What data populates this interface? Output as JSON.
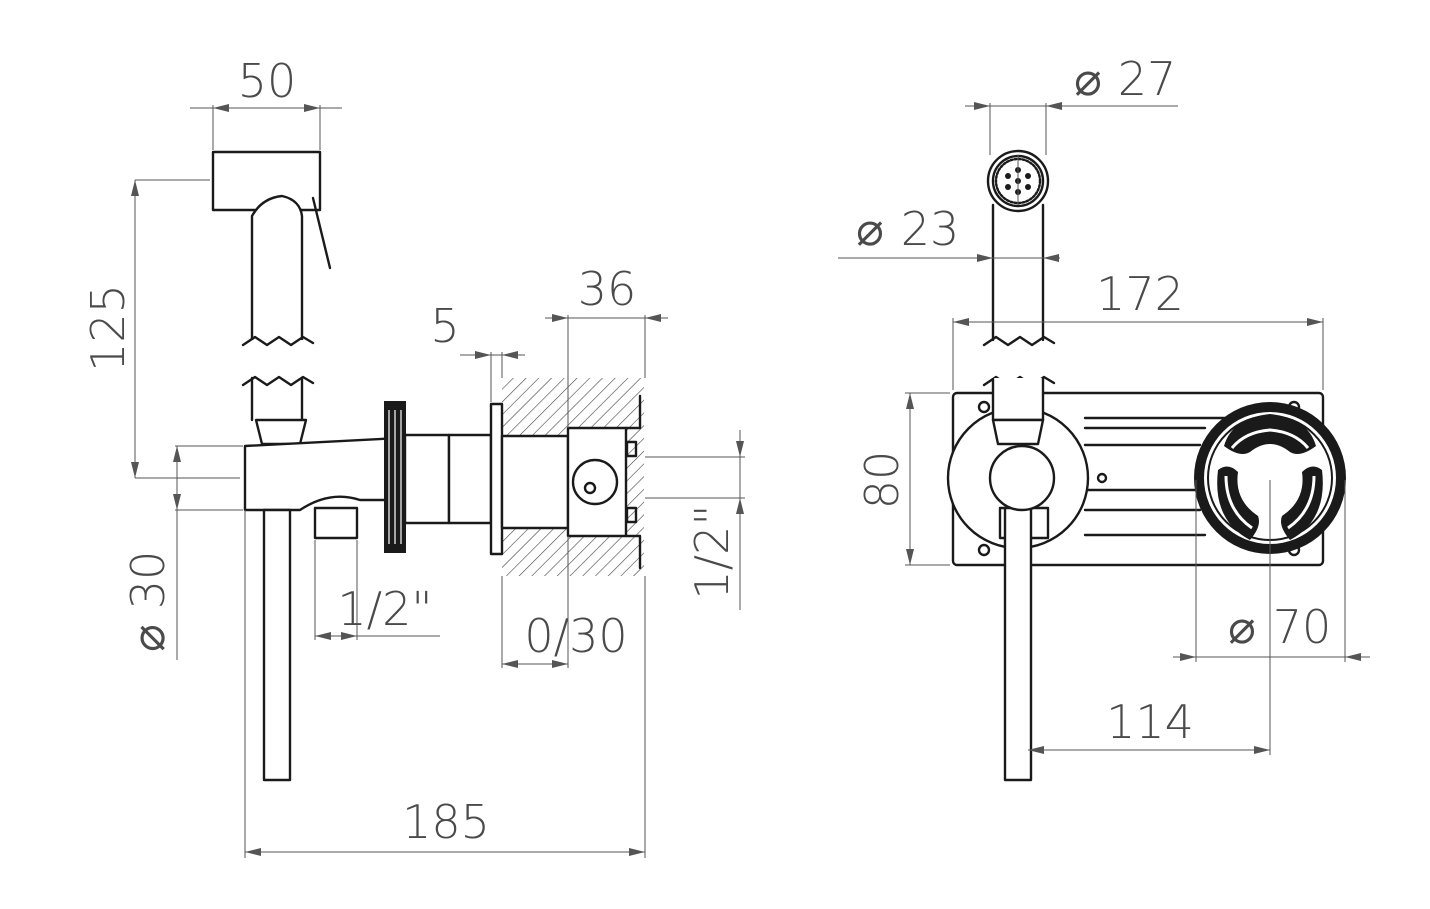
{
  "dimensions": {
    "handshower_width": "50",
    "handshower_height": "125",
    "body_diameter": "30",
    "outlet_thread": "1/2\"",
    "flange_thickness": "5",
    "box_depth": "36",
    "inlet_thread": "1/2\"",
    "adjust_range": "0/30",
    "total_depth": "185",
    "head_diameter": "27",
    "hose_diameter": "23",
    "plate_width": "172",
    "plate_height": "80",
    "rosette_diameter": "70",
    "axis_distance": "114"
  },
  "symbols": {
    "diameter": "⌀"
  }
}
